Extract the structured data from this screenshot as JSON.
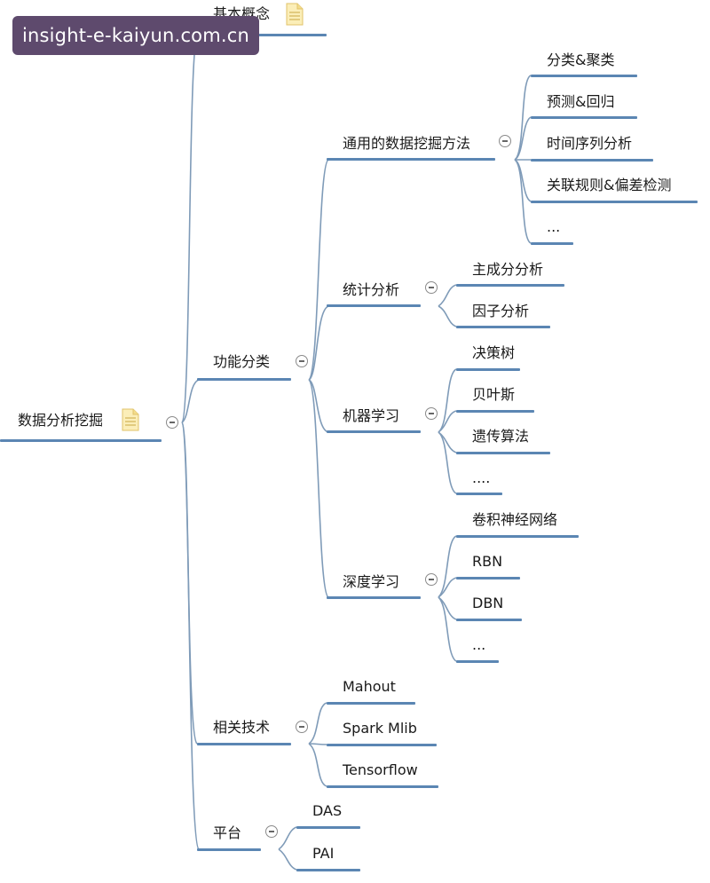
{
  "watermark": "insight-e-kaiyun.com.cn",
  "mindmap": {
    "root": "数据分析挖掘",
    "l1": {
      "basic": "基本概念",
      "function": "功能分类",
      "tech": "相关技术",
      "platform": "平台"
    },
    "general": {
      "title": "通用的数据挖掘方法",
      "items": [
        "分类&聚类",
        "预测&回归",
        "时间序列分析",
        "关联规则&偏差检测",
        "..."
      ]
    },
    "stats": {
      "title": "统计分析",
      "items": [
        "主成分分析",
        "因子分析"
      ]
    },
    "ml": {
      "title": "机器学习",
      "items": [
        "决策树",
        "贝叶斯",
        "遗传算法",
        "...."
      ]
    },
    "dl": {
      "title": "深度学习",
      "items": [
        "卷积神经网络",
        "RBN",
        "DBN",
        "..."
      ]
    },
    "tech": {
      "items": [
        "Mahout",
        "Spark Mlib",
        "Tensorflow"
      ]
    },
    "platform": {
      "items": [
        "DAS",
        "PAI"
      ]
    }
  },
  "colors": {
    "line": "#5b86b3",
    "connector": "#7f9bb8",
    "watermark_bg": "#5e4a6d"
  }
}
